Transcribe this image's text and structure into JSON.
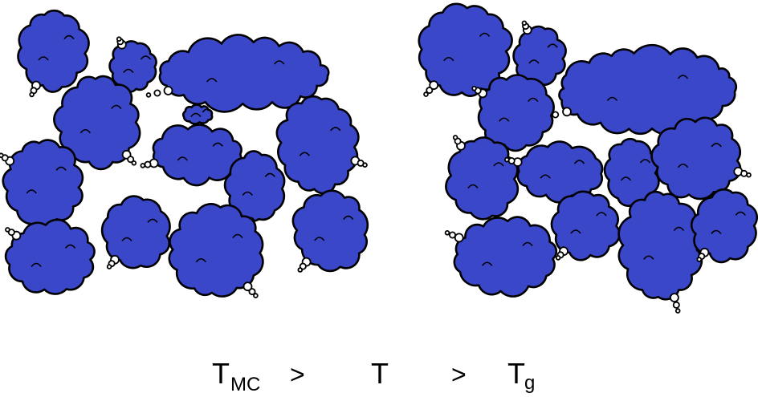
{
  "colors": {
    "cloud_fill": "#3a47c9",
    "cloud_outline": "#000000",
    "background": "#ffffff"
  },
  "equation": {
    "t_mc_main": "T",
    "t_mc_sub": "MC",
    "gt_1": ">",
    "t_mid": "T",
    "gt_2": ">",
    "t_g_main": "T",
    "t_g_sub": "g"
  }
}
